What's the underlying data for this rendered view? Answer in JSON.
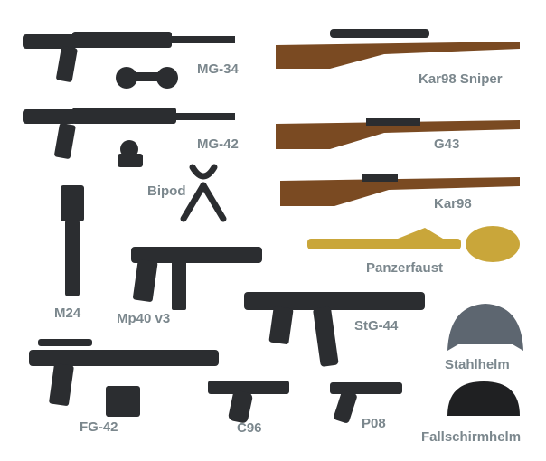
{
  "colors": {
    "label": "#7b878d",
    "gun_metal": "#2b2d30",
    "wood": "#7a4a22",
    "brass": "#c9a63a",
    "helmet_gray": "#5d6670",
    "helmet_black": "#1f2022"
  },
  "items": [
    {
      "label": "MG-34",
      "icon": "mg34-machine-gun"
    },
    {
      "label": "Kar98 Sniper",
      "icon": "kar98-sniper-rifle"
    },
    {
      "label": "MG-42",
      "icon": "mg42-machine-gun"
    },
    {
      "label": "G43",
      "icon": "g43-rifle"
    },
    {
      "label": "Bipod",
      "icon": "bipod"
    },
    {
      "label": "Kar98",
      "icon": "kar98-rifle"
    },
    {
      "label": "M24",
      "icon": "m24-grenade"
    },
    {
      "label": "Panzerfaust",
      "icon": "panzerfaust"
    },
    {
      "label": "Mp40 v3",
      "icon": "mp40-smg"
    },
    {
      "label": "StG-44",
      "icon": "stg44-rifle"
    },
    {
      "label": "Stahlhelm",
      "icon": "stahlhelm-helmet"
    },
    {
      "label": "FG-42",
      "icon": "fg42-rifle"
    },
    {
      "label": "C96",
      "icon": "c96-pistol"
    },
    {
      "label": "P08",
      "icon": "p08-pistol"
    },
    {
      "label": "Fallschirmhelm",
      "icon": "fallschirmhelm-helmet"
    }
  ]
}
